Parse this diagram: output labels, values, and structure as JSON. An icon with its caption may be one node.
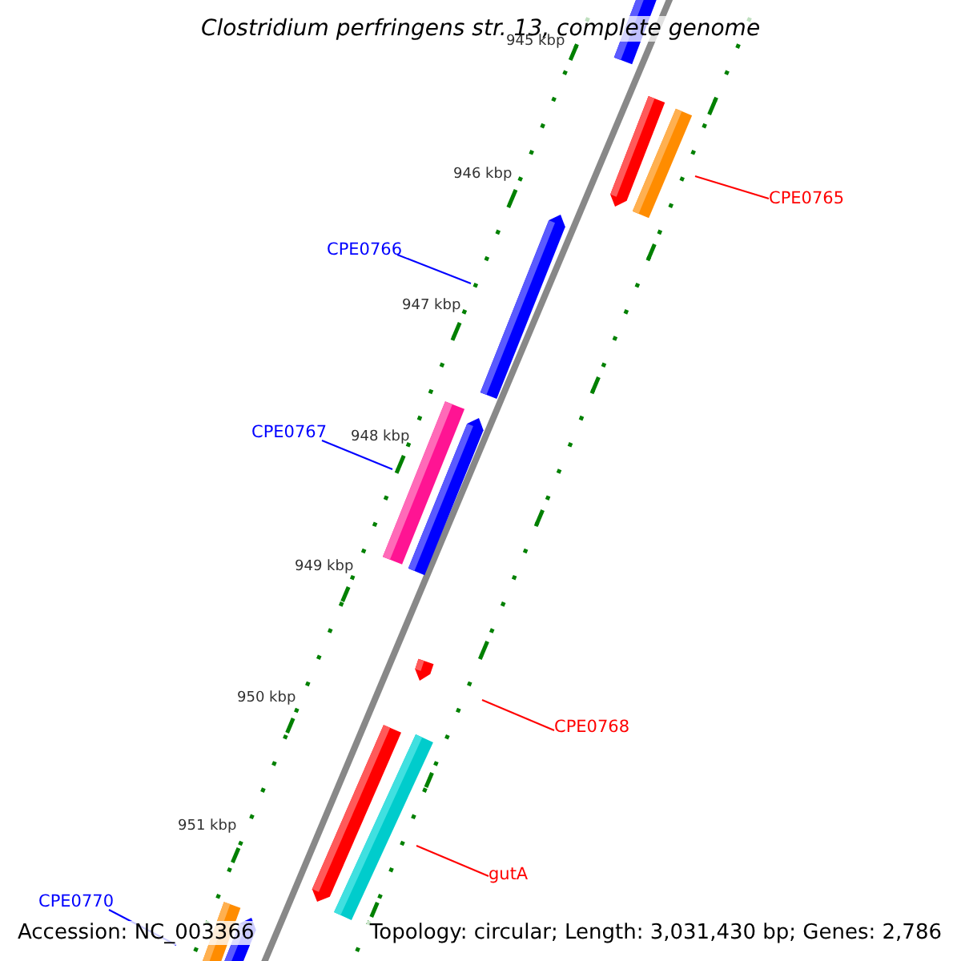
{
  "diagram": {
    "title": "Clostridium perfringens str. 13, complete genome",
    "nodes": [
      {
        "text": [
          "CPE0765"
        ]
      },
      {
        "text": [],
        "shape": "bar"
      },
      {
        "text": [
          "CPE0766"
        ]
      },
      {
        "text": [],
        "shape": "bar"
      },
      {
        "text": [
          "CPE0767"
        ]
      },
      {
        "text": [],
        "shape": "bar"
      },
      {
        "text": [
          "CPE0768"
        ]
      },
      {
        "text": [],
        "shape": "bar"
      },
      {
        "text": [
          "gutA"
        ]
      },
      {
        "text": [],
        "shape": "bar"
      },
      {
        "text": [
          "CPE0770"
        ]
      },
      {
        "text": [],
        "shape": "bar"
      }
    ],
    "edges": [
      {
        "from": 0,
        "to": 1,
        "arrow": "none",
        "color": "#ff0000"
      },
      {
        "from": 2,
        "to": 3,
        "arrow": "none",
        "color": "#0000ff"
      },
      {
        "from": 4,
        "to": 5,
        "arrow": "none",
        "color": "#0000ff"
      },
      {
        "from": 6,
        "to": 7,
        "arrow": "none",
        "color": "#ff0000"
      },
      {
        "from": 8,
        "to": 9,
        "arrow": "none",
        "color": "#ff0000"
      },
      {
        "from": 10,
        "to": 11,
        "arrow": "none",
        "color": "#0000ff"
      }
    ],
    "labels": [
      "945 kbp",
      "946 kbp",
      "947 kbp",
      "948 kbp",
      "949 kbp",
      "950 kbp",
      "951 kbp",
      "Accession: NC_003366",
      "Topology: circular; Length: 3,031,430 bp; Genes: 2,786"
    ]
  }
}
